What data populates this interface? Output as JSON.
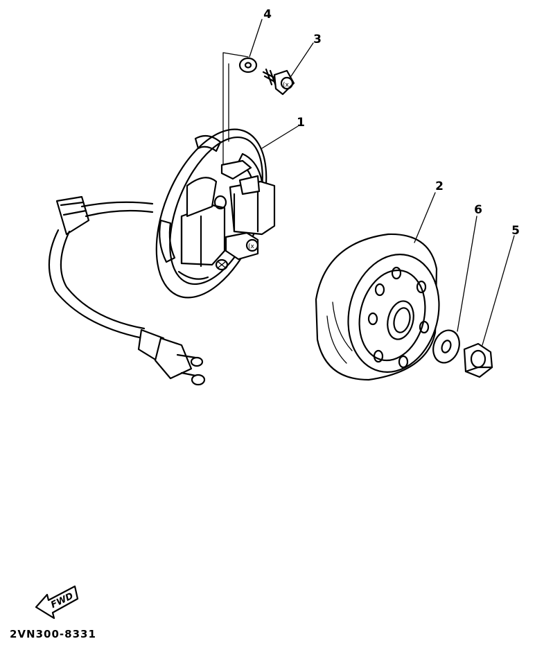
{
  "diagram": {
    "parts": [
      {
        "callout": "1"
      },
      {
        "callout": "2"
      },
      {
        "callout": "3"
      },
      {
        "callout": "4"
      },
      {
        "callout": "5"
      },
      {
        "callout": "6"
      }
    ],
    "fwd_label": "FWD",
    "drawing_code": "2VN300-8331",
    "ink_color": "#000000",
    "background_color": "#ffffff"
  }
}
